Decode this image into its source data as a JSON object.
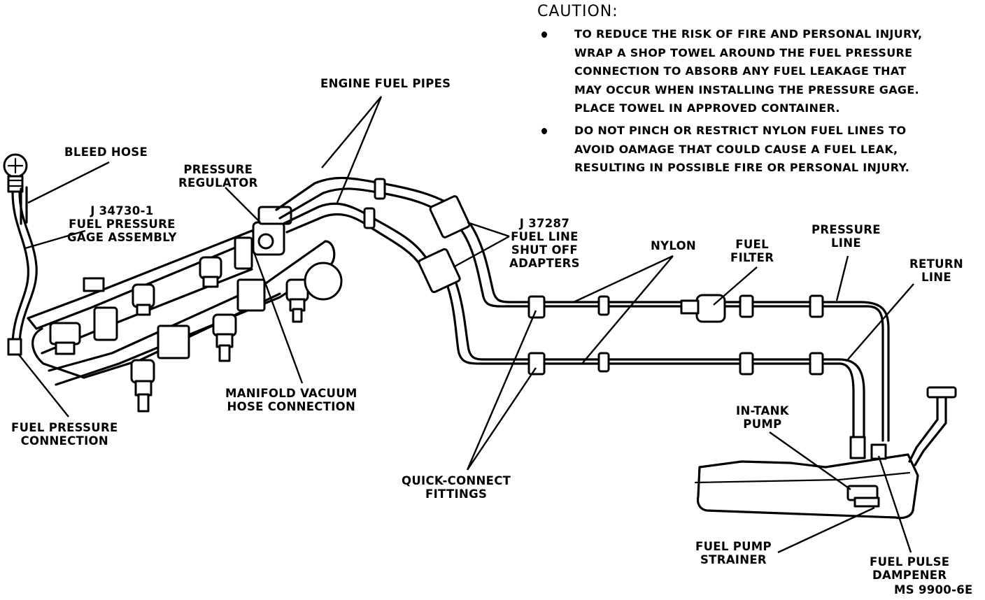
{
  "caution": {
    "title": "CAUTION:",
    "bullets": [
      [
        "TO REDUCE THE RISK OF FIRE AND PERSONAL INJURY,",
        "WRAP A SHOP TOWEL AROUND THE FUEL PRESSURE",
        "CONNECTION TO ABSORB ANY FUEL LEAKAGE THAT",
        "MAY OCCUR WHEN INSTALLING THE PRESSURE GAGE.",
        "PLACE TOWEL IN APPROVED CONTAINER."
      ],
      [
        "DO NOT PINCH OR RESTRICT NYLON FUEL LINES TO",
        "AVOID OAMAGE THAT COULD CAUSE A FUEL LEAK,",
        "RESULTING IN POSSIBLE FIRE OR PERSONAL INJURY."
      ]
    ]
  },
  "labels": {
    "engine_fuel_pipes": [
      "ENGINE FUEL PIPES"
    ],
    "bleed_hose": [
      "BLEED HOSE"
    ],
    "pressure_regulator": [
      "PRESSURE",
      "REGULATOR"
    ],
    "gage_assembly": [
      "J 34730-1",
      "FUEL PRESSURE",
      "GAGE ASSEMBLY"
    ],
    "shutoff_adapters": [
      "J 37287",
      "FUEL LINE",
      "SHUT OFF",
      "ADAPTERS"
    ],
    "nylon": [
      "NYLON"
    ],
    "fuel_filter": [
      "FUEL",
      "FILTER"
    ],
    "pressure_line": [
      "PRESSURE",
      "LINE"
    ],
    "return_line": [
      "RETURN",
      "LINE"
    ],
    "manifold_vacuum": [
      "MANIFOLD VACUUM",
      "HOSE CONNECTION"
    ],
    "fuel_pressure_connection": [
      "FUEL PRESSURE",
      "CONNECTION"
    ],
    "in_tank_pump": [
      "IN-TANK",
      "PUMP"
    ],
    "quick_connect": [
      "QUICK-CONNECT",
      "FITTINGS"
    ],
    "fuel_pump_strainer": [
      "FUEL PUMP",
      "STRAINER"
    ],
    "fuel_pulse_dampener": [
      "FUEL PULSE",
      "DAMPENER"
    ]
  },
  "figure_code": "MS 9900-6E"
}
